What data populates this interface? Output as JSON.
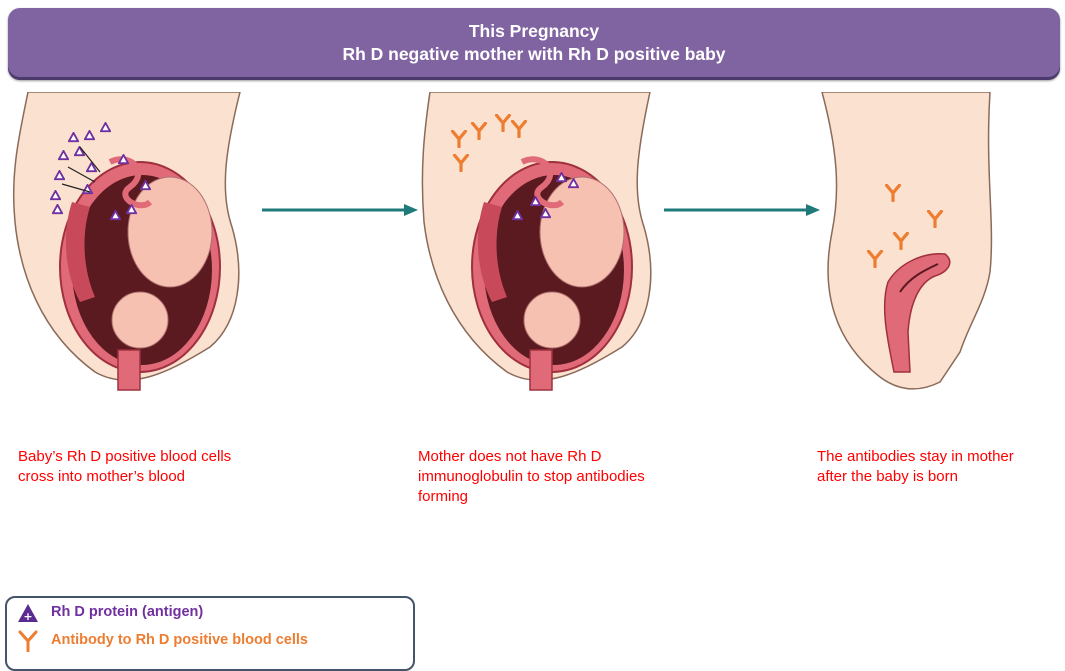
{
  "title": {
    "line1": "This Pregnancy",
    "line2": "Rh D negative mother with Rh D positive baby"
  },
  "captions": [
    {
      "line1": "Baby’s Rh D positive blood cells",
      "line2": "cross into mother’s blood",
      "line3": ""
    },
    {
      "line1": "Mother does not have Rh D",
      "line2": "immunoglobulin  to stop antibodies",
      "line3": "forming"
    },
    {
      "line1": "The antibodies stay in mother",
      "line2": "after the baby is born",
      "line3": ""
    }
  ],
  "legend": {
    "antigen_label": "Rh D protein (antigen)",
    "antibody_label": "Antibody to Rh D positive blood cells"
  },
  "colors": {
    "title_bg": "#8064a2",
    "caption_text": "#ff0000",
    "antigen": "#7030a0",
    "antibody": "#ed7d31",
    "arrow": "#1f7a7a",
    "skin": "#fbe1cf",
    "uterus": "#e06a78"
  },
  "icons": [
    "antigen-triangle-icon",
    "antibody-y-icon",
    "right-arrow-icon"
  ]
}
